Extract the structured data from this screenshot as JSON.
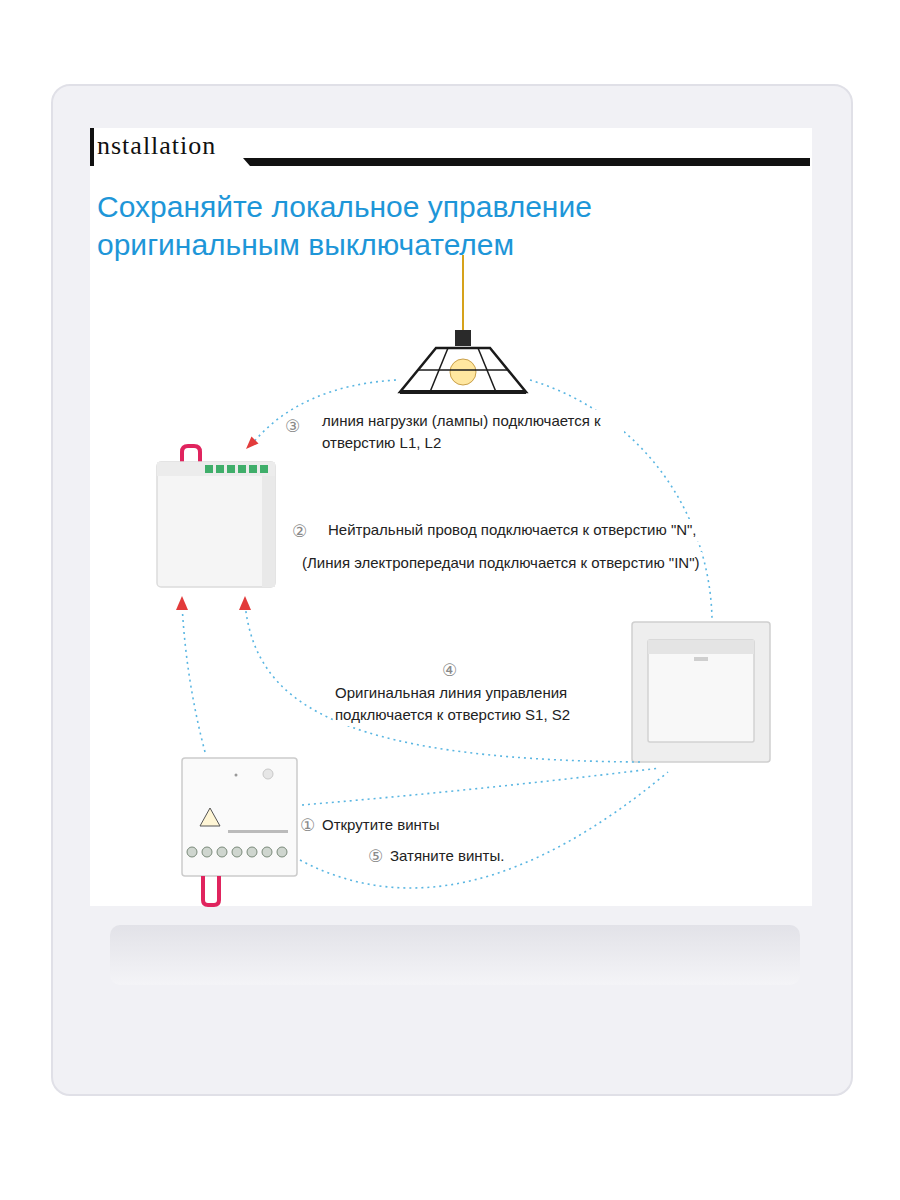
{
  "diagram": {
    "title": "Сохраняйте локальное управление оригинальным выключателем",
    "labels": [
      "nstallation",
      "③",
      "линия нагрузки (лампы) подключается к отверстию L1, L2",
      "②",
      "Нейтральный провод подключается к отверстию \"N\",",
      "(Линия электропередачи подключается к отверстию \"IN\")",
      "④",
      "Оригинальная линия управления подключается к отверстию S1, S2",
      "①",
      "Открутите винты",
      "⑤",
      "Затяните винты."
    ]
  }
}
